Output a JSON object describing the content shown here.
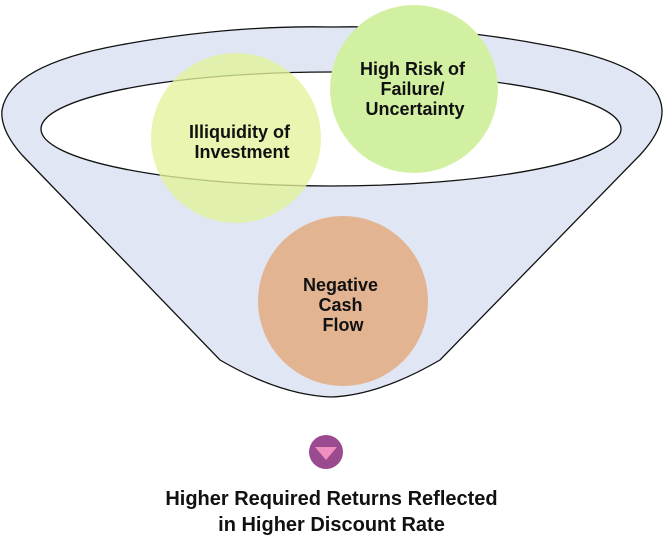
{
  "diagram": {
    "type": "funnel",
    "inputs": [
      {
        "id": "illiquidity",
        "lines": [
          "Illiquidity of",
          "Investment"
        ],
        "color": "#e9f7a8"
      },
      {
        "id": "high-risk",
        "lines": [
          "High Risk of",
          "Failure/",
          "Uncertainty"
        ],
        "color": "#d2f0a2"
      },
      {
        "id": "negative-cash-flow",
        "lines": [
          "Negative",
          "Cash",
          "Flow"
        ],
        "color": "#e3b492"
      }
    ],
    "funnel_color": "#e0e6f3",
    "arrow": {
      "icon": "down-triangle-icon",
      "circle_color": "#9a4a8e",
      "triangle_color": "#f08fc0"
    },
    "output": {
      "lines": [
        "Higher Required Returns Reflected",
        "in Higher Discount Rate"
      ]
    }
  }
}
